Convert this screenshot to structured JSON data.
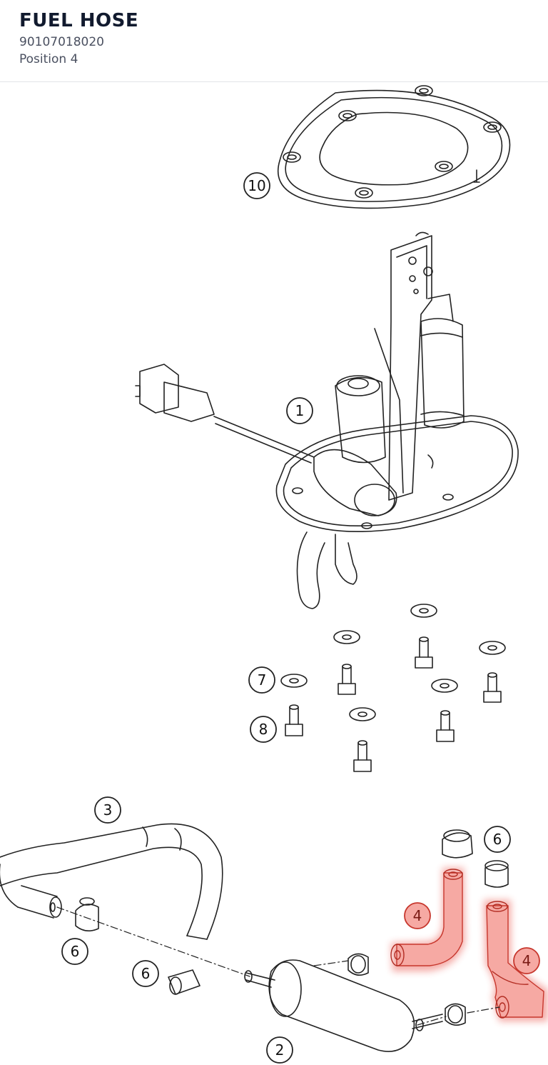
{
  "header": {
    "title": "FUEL HOSE",
    "part_number": "90107018020",
    "position": "Position 4"
  },
  "diagram": {
    "highlight_color": "#e8473c",
    "callouts": [
      {
        "label": "10"
      },
      {
        "label": "1"
      },
      {
        "label": "7"
      },
      {
        "label": "8"
      },
      {
        "label": "3"
      },
      {
        "label": "6"
      },
      {
        "label": "4"
      },
      {
        "label": "6"
      },
      {
        "label": "6"
      },
      {
        "label": "4"
      },
      {
        "label": "2"
      }
    ]
  }
}
